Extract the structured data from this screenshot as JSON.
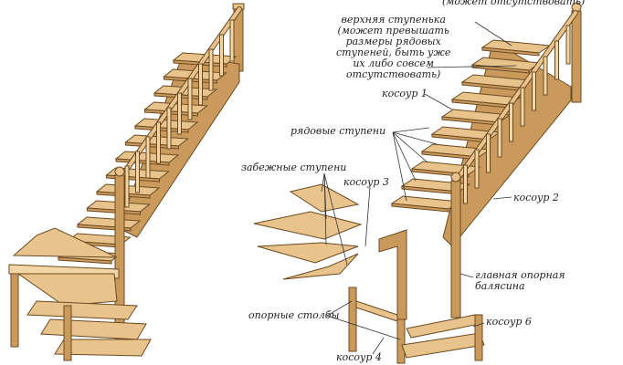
{
  "labels": {
    "top_missing": "(может отсутствовать)",
    "top_step": "верхняя ступенька\n(может превышать\nразмеры рядовых\nступеней, быть уже\nих либо совсем\nотсутствовать)",
    "kosour1": "косоур 1",
    "ordinary_steps": "рядовые ступени",
    "winder_steps": "забежные ступени",
    "kosour3": "косоур 3",
    "kosour2": "косоур 2",
    "main_baluster": "главная опорная\nбалясина",
    "support_posts": "опорные столбы",
    "kosour6": "косоур 6",
    "kosour4": "косоур 4"
  },
  "colors": {
    "wood": "#e8c48c",
    "wood_dark": "#c99a5c",
    "outline": "#6b4a22"
  }
}
